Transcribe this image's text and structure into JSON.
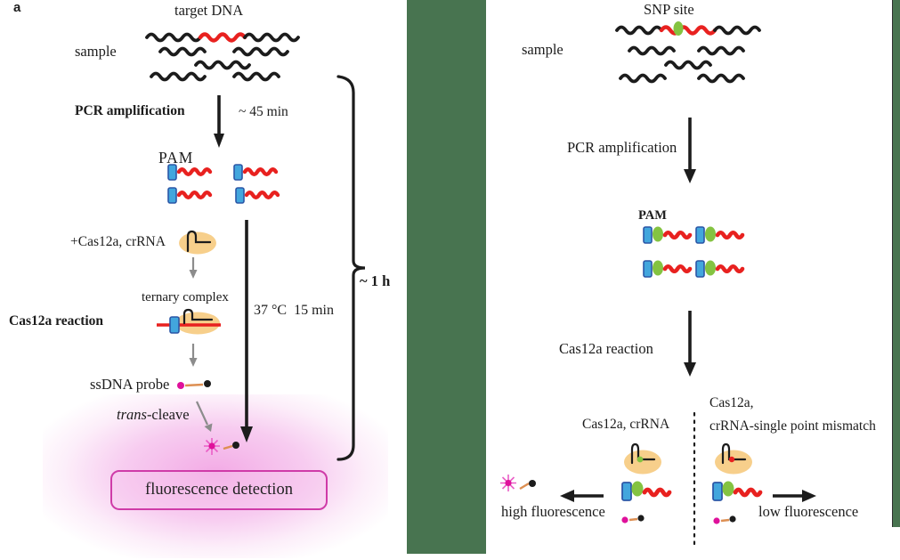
{
  "colors": {
    "green_band": "#487450",
    "ink": "#1c1c1c",
    "red": "#e8211f",
    "blue_fill": "#42a6dd",
    "blue_stroke": "#2b57a7",
    "green_dot": "#84c341",
    "orange_blob": "#f7cf8b",
    "magenta": "#df119b",
    "magenta_ray": "#ea5ec6",
    "linker": "#dd8f52",
    "gray_arrow": "#8c8c8c",
    "glow_center": "#f2a6e4",
    "box_border": "#cf3ba8"
  },
  "panel_a": {
    "panel_label": "a",
    "target_dna": "target DNA",
    "sample": "sample",
    "pcr_amplification": "PCR amplification",
    "pcr_time": "~ 45 min",
    "pam": "PAM",
    "cas12a_crrna": "+Cas12a, crRNA",
    "ternary_complex": "ternary complex",
    "cas12a_reaction": "Cas12a reaction",
    "ssdna_probe": "ssDNA probe",
    "trans_word": "trans",
    "cleave_word": "-cleave",
    "incubation": "37 °C  15 min",
    "total_time": "~ 1 h",
    "fluorescence_detection": "fluorescence detection"
  },
  "panel_b": {
    "snp_site": "SNP site",
    "sample": "sample",
    "pcr_amplification": "PCR amplification",
    "pam": "PAM",
    "cas12a_reaction": "Cas12a reaction",
    "matched_label": "Cas12a, crRNA",
    "mismatch_label_line1": "Cas12a,",
    "mismatch_label_line2": "crRNA-single point mismatch",
    "high_fluorescence": "high fluorescence",
    "low_fluorescence": "low fluorescence"
  }
}
